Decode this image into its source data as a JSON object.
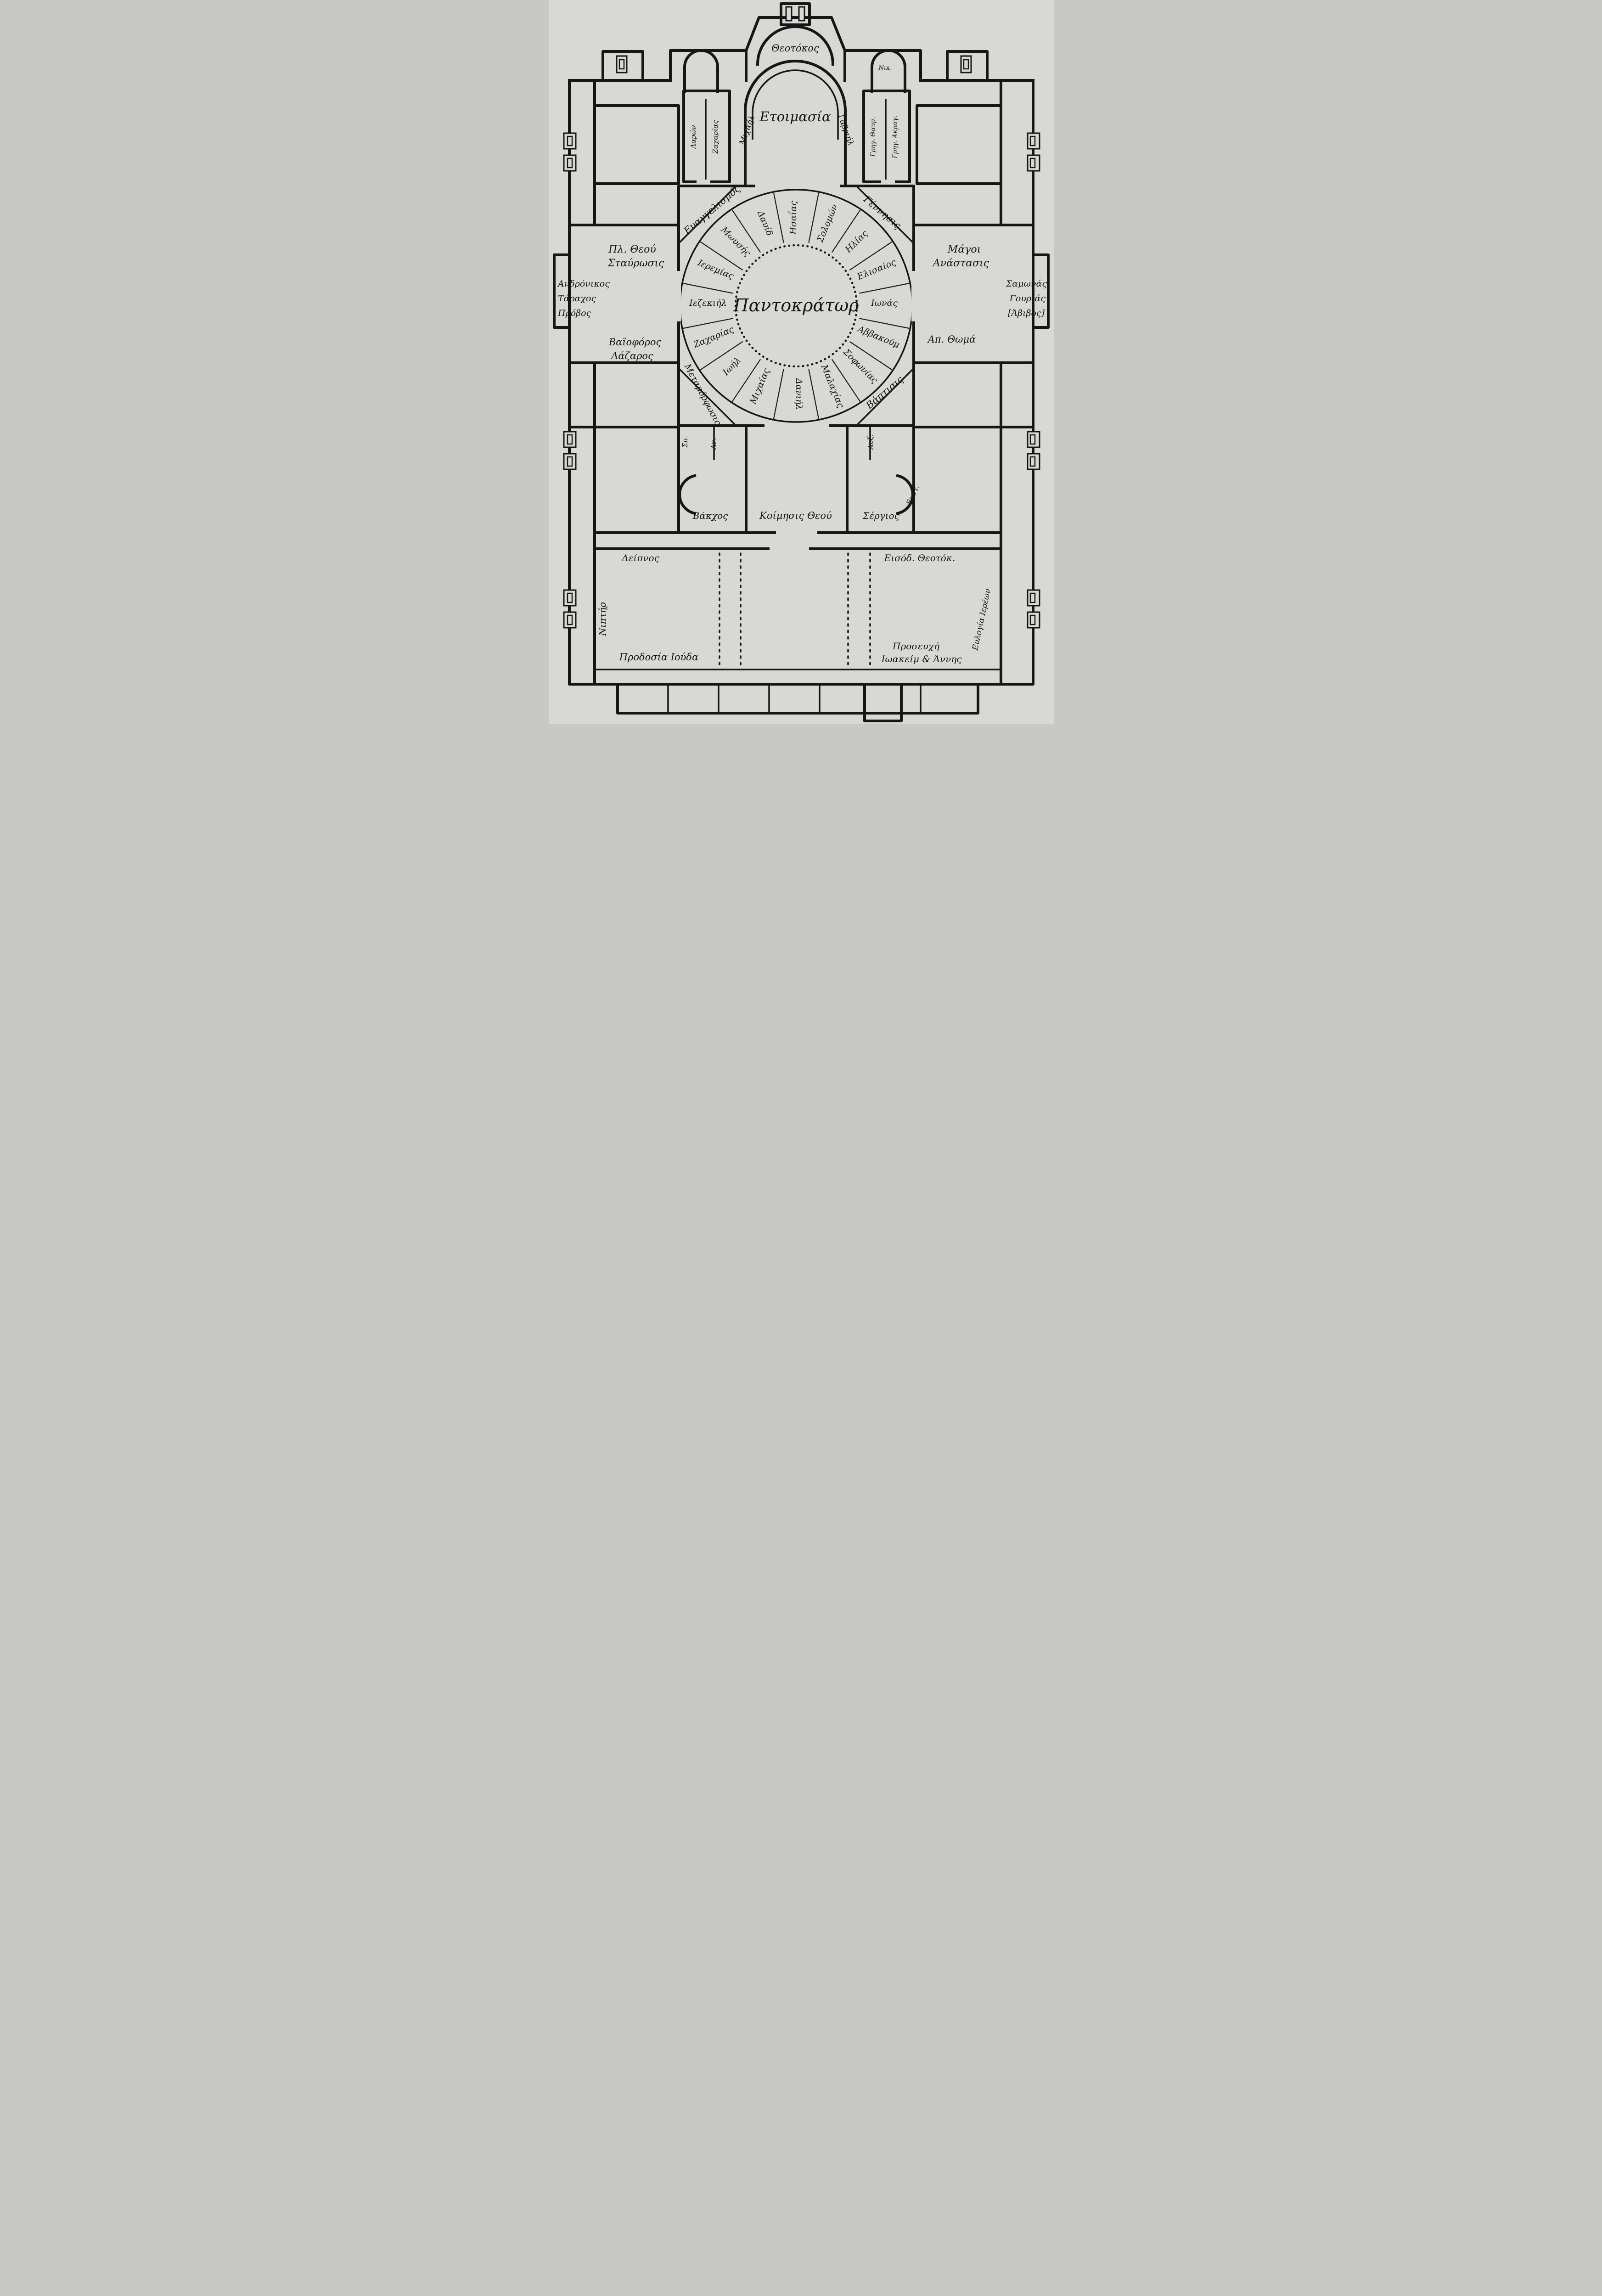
{
  "colors": {
    "paper": "#d8d8d4",
    "ink": "#161616"
  },
  "dome": {
    "center": "Παντοκράτωρ",
    "prophets": [
      "Δαυίδ",
      "Ησαΐας",
      "Σολομών",
      "Ηλίας",
      "Ελισαίος",
      "Ιωνάς",
      "Αββακούμ",
      "Σοφωνίας",
      "Μαλαχίας",
      "Δανιήλ",
      "Μιχαίας",
      "Ιωήλ",
      "Ζαχαρίας",
      "Ιεζεκιήλ",
      "Ιερεμίας",
      "Μωυσής"
    ]
  },
  "pendentives": {
    "top_left": "Ευαγγελισμός",
    "top_right": "Γέννησις",
    "bottom_left": "Μεταμόρφωσις",
    "bottom_right": "Βάπτισις"
  },
  "sanctuary": {
    "conch": "Θεοτόκος",
    "apse": "Ετοιμασία",
    "left_of_apse": "Μιχαήλ",
    "right_of_apse": "Γαβριήλ",
    "prothesis": [
      "Ααρών",
      "Ζαχαρίας"
    ],
    "diakonikon": [
      "Γρηγ. Θαυμ.",
      "Γρηγ. Ακραγ."
    ],
    "diakonikon_apse": "Νικ."
  },
  "left": {
    "arm_line1": "Πλ. Θεού",
    "arm_line2": "Σταύρωσις",
    "bay": [
      "Ανδρόνικος",
      "Τάραχος",
      "Πρόβος"
    ],
    "lower1": "Βαϊοφόρος",
    "lower2": "Λάζαρος"
  },
  "right": {
    "arm_line1": "Μάγοι",
    "arm_line2": "Ανάστασις",
    "bay": [
      "Σαμωνάς",
      "Γουριάς",
      "[Άβιβος]"
    ],
    "lower": "Απ. Θωμά"
  },
  "south": {
    "pier_labels": [
      "Σπ.",
      "Αν.",
      "Αυξ."
    ],
    "left_room": "Βάκχος",
    "center_room": "Κοίμησις Θεού",
    "right_room": "Σέργιος",
    "right_curve": "Ευστ."
  },
  "narthex": {
    "top_left": "Δείπνος",
    "top_right": "Εισόδ. Θεοτόκ.",
    "west": "Νιπτήρ",
    "bottom_left": "Προδοσία Ιούδα",
    "bottom_right_line1": "Προσευχή",
    "bottom_right_line2": "Ιωακείμ & Άννης",
    "east": "Ευλογία Ιερέων"
  }
}
